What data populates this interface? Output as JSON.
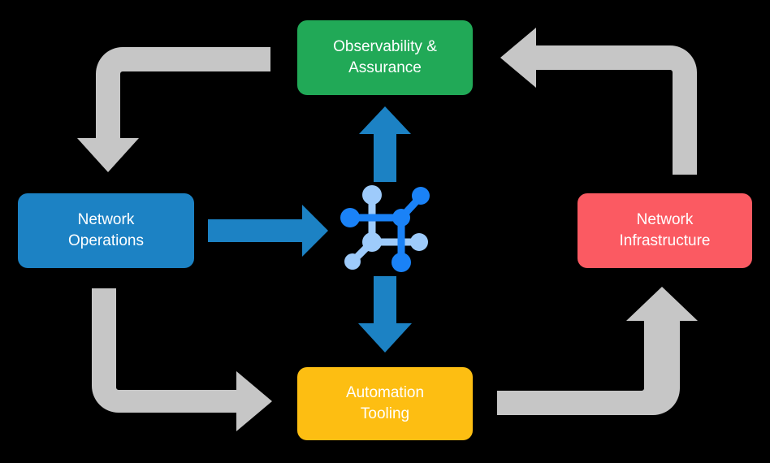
{
  "diagram": {
    "title": "Network lifecycle cycle diagram",
    "background_color": "#000000",
    "center": {
      "icon_name": "network-graph-icon",
      "colors": {
        "light_blue": "#9ecbfb",
        "bright_blue": "#1a82f7"
      }
    },
    "nodes": [
      {
        "id": "observability",
        "label": "Observability &\nAssurance",
        "color": "#21a957",
        "position": "top"
      },
      {
        "id": "network-operations",
        "label": "Network\nOperations",
        "color": "#1c82c4",
        "position": "left"
      },
      {
        "id": "network-infrastructure",
        "label": "Network\nInfrastructure",
        "color": "#fb5a62",
        "position": "right"
      },
      {
        "id": "automation-tooling",
        "label": "Automation\nTooling",
        "color": "#fdbe12",
        "position": "bottom"
      }
    ],
    "connectors": [
      {
        "id": "observability-to-network-operations",
        "style": "elbow",
        "color": "#c6c6c6",
        "direction": "down"
      },
      {
        "id": "network-infrastructure-to-observability",
        "style": "elbow",
        "color": "#c6c6c6",
        "direction": "left"
      },
      {
        "id": "network-operations-to-automation-tooling",
        "style": "elbow",
        "color": "#c6c6c6",
        "direction": "right"
      },
      {
        "id": "automation-tooling-to-network-infrastructure",
        "style": "elbow",
        "color": "#c6c6c6",
        "direction": "up"
      },
      {
        "id": "network-operations-to-center",
        "style": "straight",
        "color": "#1c82c4",
        "direction": "right"
      },
      {
        "id": "center-to-observability",
        "style": "straight",
        "color": "#1c82c4",
        "direction": "up"
      },
      {
        "id": "center-to-automation-tooling",
        "style": "straight",
        "color": "#1c82c4",
        "direction": "down"
      }
    ]
  }
}
